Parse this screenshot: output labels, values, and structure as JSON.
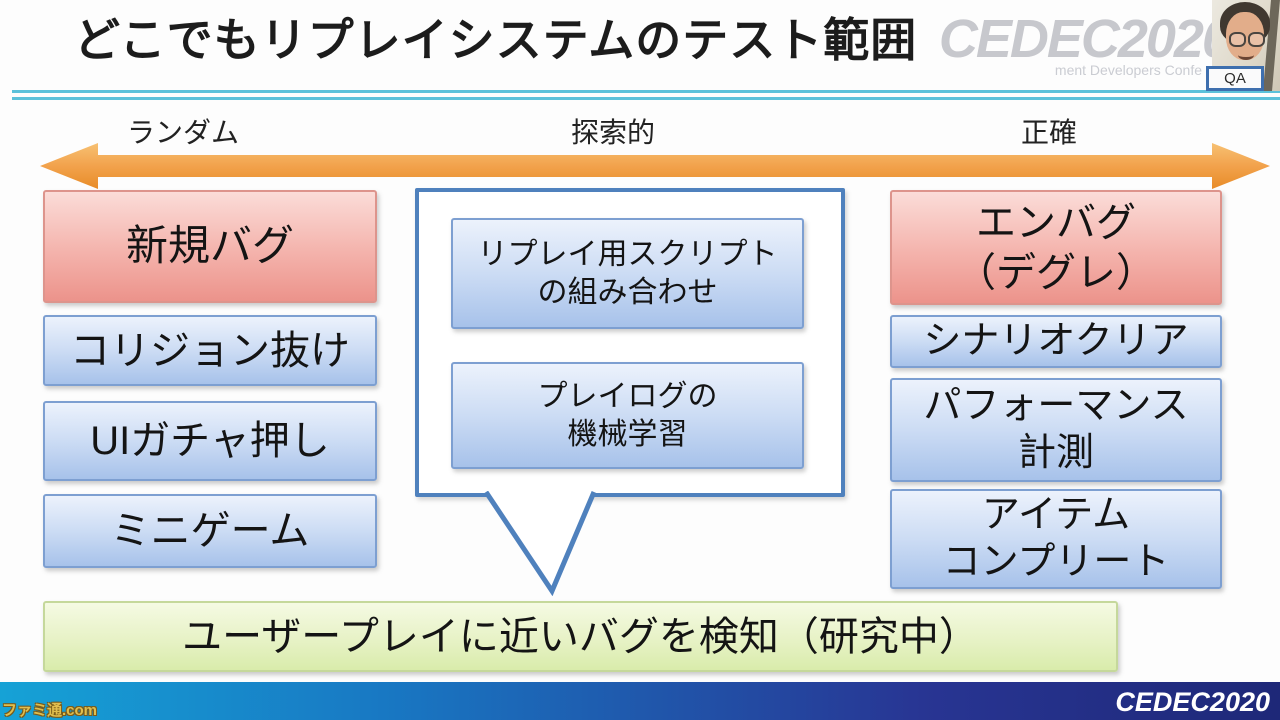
{
  "title": "どこでもリプレイシステムのテスト範囲",
  "header": {
    "cedec_logo": "CEDEC2020",
    "cedec_tagline": "ment Developers Confe",
    "qa_label": "QA"
  },
  "axis": {
    "left_label": "ランダム",
    "center_label": "探索的",
    "right_label": "正確"
  },
  "left_column": {
    "items": [
      {
        "label": "新規バグ",
        "type": "red"
      },
      {
        "label": "コリジョン抜け",
        "type": "blue"
      },
      {
        "label": "UIガチャ押し",
        "type": "blue"
      },
      {
        "label": "ミニゲーム",
        "type": "blue"
      }
    ]
  },
  "center_group": {
    "items": [
      {
        "label": "リプレイ用スクリプト\nの組み合わせ"
      },
      {
        "label": "プレイログの\n機械学習"
      }
    ]
  },
  "right_column": {
    "items": [
      {
        "label": "エンバグ\n（デグレ）",
        "type": "red"
      },
      {
        "label": "シナリオクリア",
        "type": "blue"
      },
      {
        "label": "パフォーマンス\n計測",
        "type": "blue"
      },
      {
        "label": "アイテム\nコンプリート",
        "type": "blue"
      }
    ]
  },
  "bottom_banner": {
    "label": "ユーザープレイに近いバグを検知（研究中）"
  },
  "footer": {
    "cedec_logo": "CEDEC2020",
    "site_watermark": "ファミ通.com"
  },
  "colors": {
    "accent_orange": "#f2a24c",
    "box_red": "#ec938b",
    "box_blue": "#a7c2ea",
    "box_green": "#d9ecab",
    "callout_border": "#4f81bd",
    "rule_cyan": "#5cc1da",
    "footer_left": "#16a2d6",
    "footer_right": "#1e2878"
  }
}
